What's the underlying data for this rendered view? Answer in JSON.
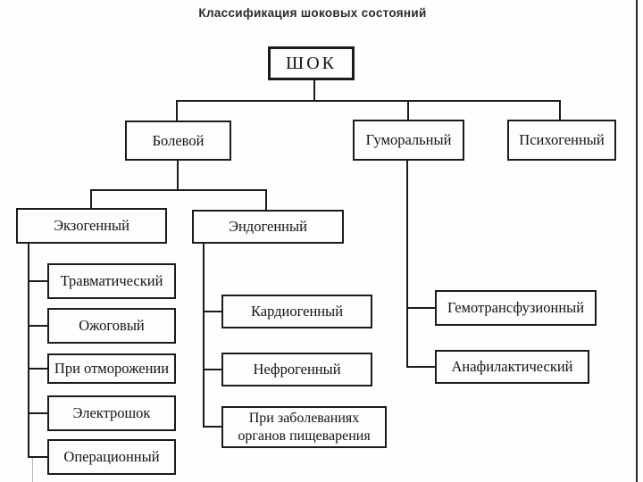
{
  "title": "Классификация шоковых состояний",
  "colors": {
    "ink": "#1b1b1b",
    "background": "#ffffff"
  },
  "nodes": {
    "shok": {
      "label": "ШОК"
    },
    "bolevoy": {
      "label": "Болевой"
    },
    "gumoralny": {
      "label": "Гуморальный"
    },
    "psikhogenny": {
      "label": "Психогенный"
    },
    "ekzogenny": {
      "label": "Экзогенный"
    },
    "endogenny": {
      "label": "Эндогенный"
    },
    "travmatichesky": {
      "label": "Травматический"
    },
    "ozhogovy": {
      "label": "Ожоговый"
    },
    "pri_otmorozhenii": {
      "label": "При отморожении"
    },
    "elektroshok": {
      "label": "Электрошок"
    },
    "operatsionny": {
      "label": "Операционный"
    },
    "kardiogenny": {
      "label": "Кардиогенный"
    },
    "nefrogenny": {
      "label": "Нефрогенный"
    },
    "pri_zabolevaniyakh": {
      "label": "При заболеваниях органов пищеварения"
    },
    "gemotransfuzionny": {
      "label": "Гемотрансфузионный"
    },
    "anafilaktichesky": {
      "label": "Анафилактический"
    }
  },
  "structure": {
    "ШОК": [
      "Болевой",
      "Гуморальный",
      "Психогенный"
    ],
    "Болевой": [
      "Экзогенный",
      "Эндогенный"
    ],
    "Экзогенный": [
      "Травматический",
      "Ожоговый",
      "При отморожении",
      "Электрошок",
      "Операционный"
    ],
    "Эндогенный": [
      "Кардиогенный",
      "Нефрогенный",
      "При заболеваниях органов пищеварения"
    ],
    "Гуморальный": [
      "Гемотрансфузионный",
      "Анафилактический"
    ]
  }
}
